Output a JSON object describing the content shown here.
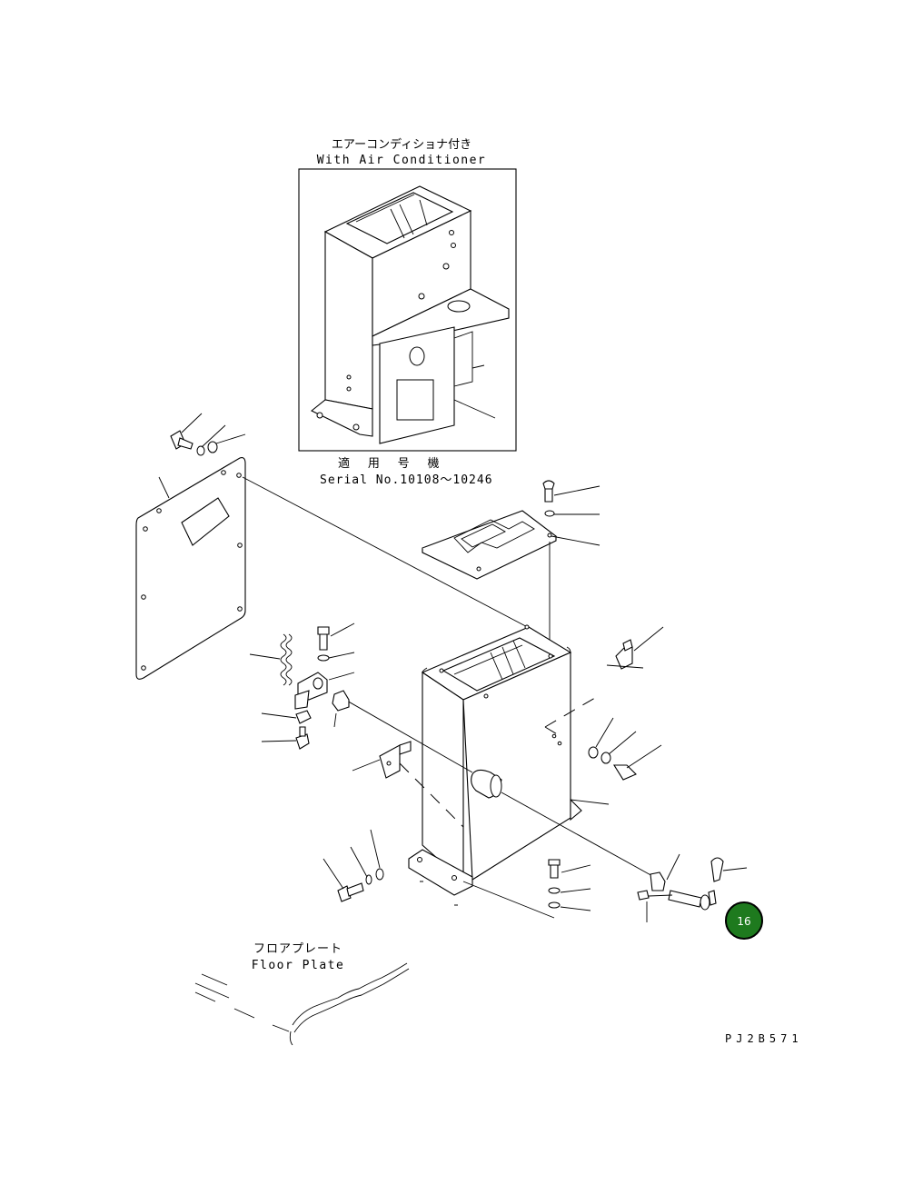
{
  "labels": {
    "inset_title_jp": "エアーコンディショナ付き",
    "inset_title_en": "With Air Conditioner",
    "serial_jp": "適 用 号 機",
    "serial_en": "Serial No.10108～10246",
    "floor_jp": "フロアプレート",
    "floor_en": "Floor Plate",
    "drawing_code": "PJ2B571"
  },
  "callout": {
    "number": "16",
    "color": "#1e7a1e",
    "border": "#000000",
    "text_color": "#ffffff"
  }
}
